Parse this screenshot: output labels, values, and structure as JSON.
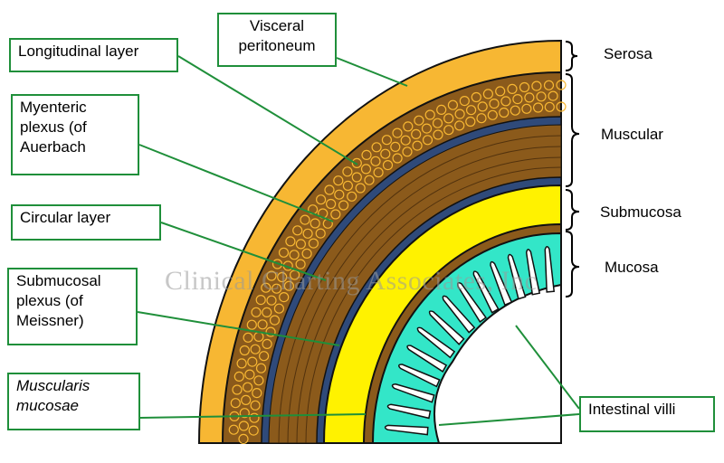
{
  "labels": {
    "longitudinal": "Longitudinal layer",
    "visceral": "Visceral\nperitoneum",
    "myenteric": "Myenteric\nplexus (of\nAuerbach",
    "circular": "Circular layer",
    "submucosal_plexus": "Submucosal\nplexus (of\nMeissner)",
    "muscularis": "Muscularis\nmucosae",
    "villi": "Intestinal villi"
  },
  "layers": {
    "serosa": "Serosa",
    "muscular": "Muscular",
    "submucosa": "Submucosa",
    "mucosa": "Mucosa"
  },
  "watermark": "Clinical Charting Associates, Inc",
  "colors": {
    "serosa": "#f7b733",
    "muscular": "#8b5a1b",
    "plexus": "#2f4a7a",
    "submucosa": "#fff200",
    "muscularis_mucosae": "#8b5a1b",
    "mucosa": "#33e6c8",
    "leader": "#1f8f3a"
  },
  "icons": [
    "brace-icon"
  ]
}
